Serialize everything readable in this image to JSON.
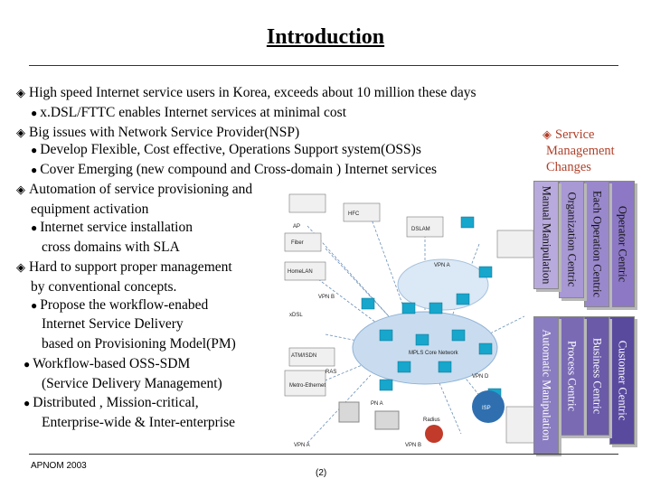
{
  "title": "Introduction",
  "bullets": {
    "b1": "High speed Internet service users in Korea, exceeds about 10 million these days",
    "b1a": "x.DSL/FTTC enables Internet services at minimal cost",
    "b2": "Big issues with Network Service Provider(NSP)",
    "b2a": "Develop Flexible, Cost effective, Operations Support system(OSS)s",
    "b2b": "Cover Emerging (new compound and Cross-domain ) Internet services",
    "b3_l1": "Automation of service provisioning and",
    "b3_l2": "equipment activation",
    "b3a_l1": "Internet service installation",
    "b3a_l2": "cross domains with SLA",
    "b4_l1": "Hard to support proper management",
    "b4_l2": "by conventional concepts.",
    "b4a_l1": "Propose the workflow-enabed",
    "b4a_l2": "Internet Service Delivery",
    "b4a_l3": "based on Provisioning Model(PM)",
    "b5a_l1": "Workflow-based OSS-SDM",
    "b5a_l2": "(Service Delivery Management)",
    "b5b_l1": "Distributed , Mission-critical,",
    "b5b_l2": "Enterprise-wide & Inter-enterprise"
  },
  "side_note": {
    "line1": "Service",
    "line2": "Management",
    "line3": "Changes"
  },
  "bars_top": [
    "Operator Centric",
    "Each Operation Centric",
    "Organization Centric",
    "Manual Manipulation"
  ],
  "bars_bottom": [
    "Customer Centric",
    "Business Centric",
    "Process Centric",
    "Automatic Manipulation"
  ],
  "diagram_labels": {
    "ap": "AP",
    "hfc": "HFC",
    "fiber": "Fiber",
    "dslam": "DSLAM",
    "homelan": "HomeLAN",
    "vpna1": "VPN A",
    "vpnb1": "VPN B",
    "xdsl": "xDSL",
    "atm": "ATM/ISDN",
    "ras": "RAS",
    "metro": "Metro-Ethernet",
    "mpls": "MPLS Core Network",
    "pna": "PN A",
    "vpnd": "VPN D",
    "vpna2": "VPN A",
    "vpnb2": "VPN B",
    "isp": "ISP",
    "radius": "Radius"
  },
  "footer": {
    "left": "APNOM 2003",
    "page": "(2)"
  },
  "colors": {
    "accent": "#b0402a",
    "bar_top": "#8c78c4",
    "bar_bottom": "#5a4a9e",
    "cloud": "#c9dcef",
    "node": "#17a6cc"
  }
}
